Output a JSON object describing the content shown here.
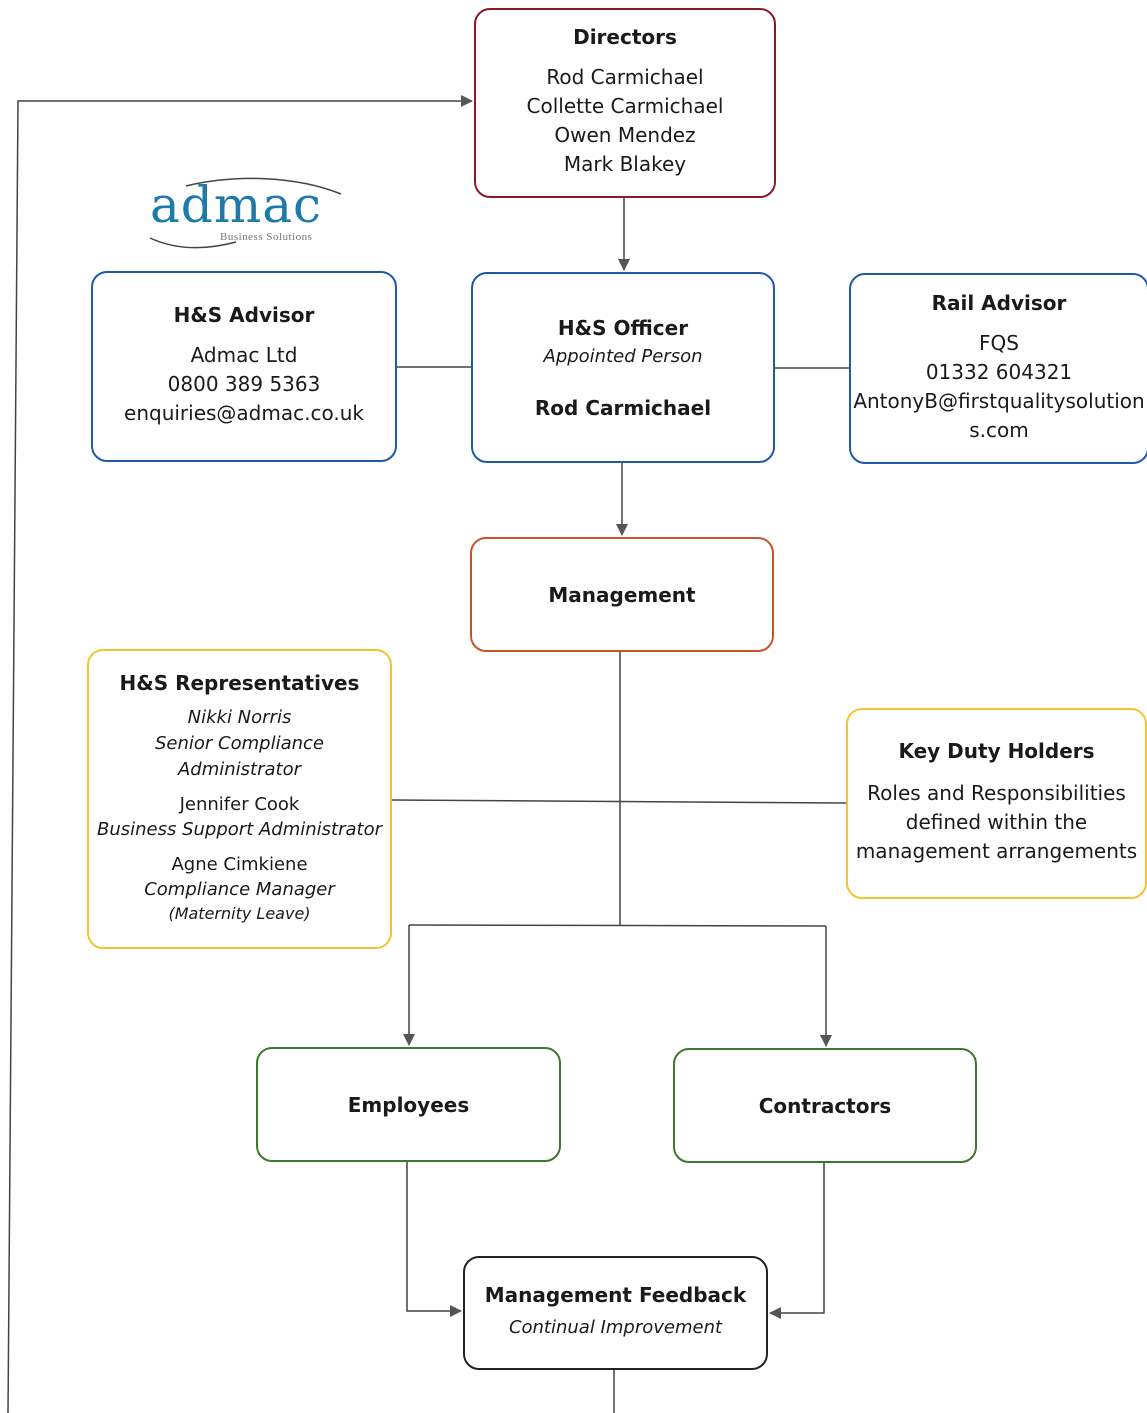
{
  "logo": {
    "word": "admac",
    "tagline": "Business Solutions"
  },
  "directors": {
    "title": "Directors",
    "names": [
      "Rod Carmichael",
      "Collette Carmichael",
      "Owen Mendez",
      "Mark Blakey"
    ]
  },
  "hs_advisor": {
    "title": "H&S Advisor",
    "lines": [
      "Admac Ltd",
      "0800 389 5363",
      "enquiries@admac.co.uk"
    ]
  },
  "hs_officer": {
    "title": "H&S Officer",
    "subtitle": "Appointed Person",
    "name": "Rod Carmichael"
  },
  "rail_advisor": {
    "title": "Rail Advisor",
    "lines": [
      "FQS",
      "01332 604321",
      "AntonyB@firstqualitysolution",
      "s.com"
    ]
  },
  "management": {
    "title": "Management"
  },
  "hs_representatives": {
    "title": "H&S Representatives",
    "people": [
      {
        "name": "Nikki Norris",
        "role": "Senior Compliance",
        "role2": "Administrator"
      },
      {
        "name": "Jennifer Cook",
        "role": "Business Support Administrator"
      },
      {
        "name": "Agne Cimkiene",
        "role": "Compliance Manager",
        "note": "(Maternity  Leave)"
      }
    ]
  },
  "key_duty_holders": {
    "title": "Key Duty Holders",
    "lines": [
      "Roles and Responsibilities",
      "defined within the",
      "management arrangements"
    ]
  },
  "employees": {
    "title": "Employees"
  },
  "contractors": {
    "title": "Contractors"
  },
  "feedback": {
    "title": "Management Feedback",
    "subtitle": "Continual Improvement"
  }
}
